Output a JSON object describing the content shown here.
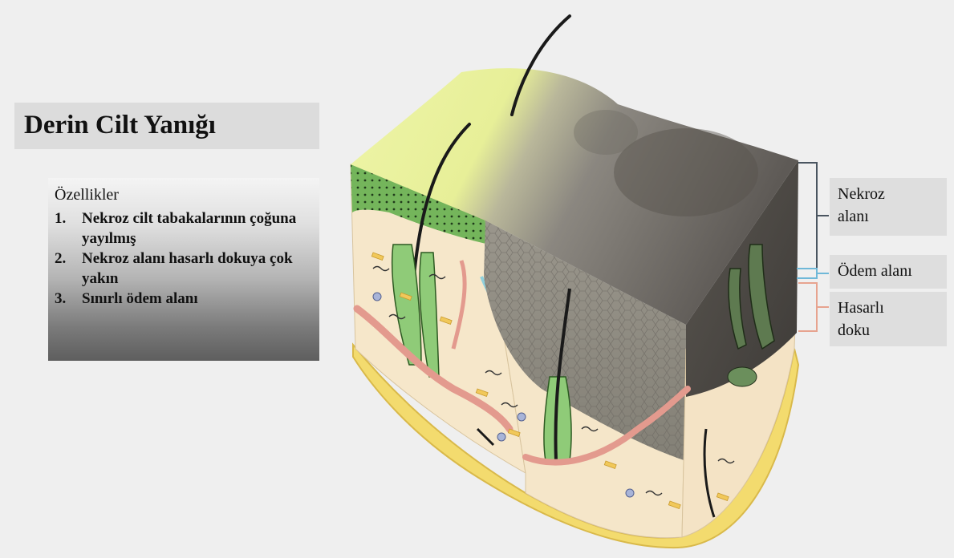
{
  "title": "Derin Cilt Yanığı",
  "features": {
    "heading": "Özellikler",
    "items": [
      {
        "num": "1.",
        "text": "Nekroz cilt tabakalarının çoğuna yayılmış"
      },
      {
        "num": "2.",
        "text": "Nekroz alanı hasarlı dokuya çok yakın"
      },
      {
        "num": "3.",
        "text": "Sınırlı ödem alanı"
      }
    ]
  },
  "labels": {
    "nekroz_line1": "Nekroz",
    "nekroz_line2": "alanı",
    "odem": "Ödem alanı",
    "hasar_line1": "Hasarlı",
    "hasar_line2": "doku"
  },
  "colors": {
    "nekroz_bracket": "#4a5560",
    "odem_bracket": "#6fb8d8",
    "hasar_bracket": "#e7a38f",
    "epidermis_healthy": "#e9f2a0",
    "necrotic_tissue": "#6c6860",
    "dermis": "#f6e6c8",
    "fat_layer": "#f5df7a",
    "blood_vessel": "#e39a8e",
    "hair_follicle": "#8fc878"
  }
}
